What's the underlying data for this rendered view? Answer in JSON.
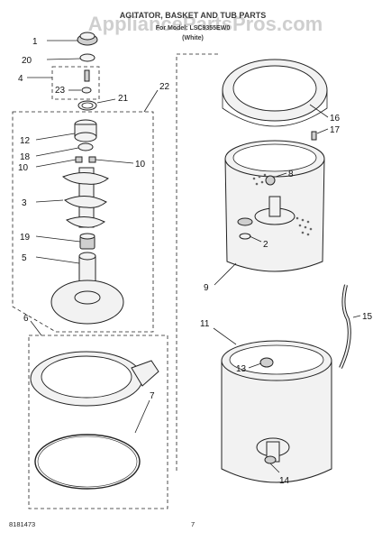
{
  "header": {
    "title": "AGITATOR, BASKET AND TUB PARTS",
    "subtitle": "For Model: LSC9355EW0",
    "color_note": "(White)",
    "watermark": "AppliancePartsPros.com"
  },
  "footer": {
    "doc_number": "8181473",
    "page_number": "7"
  },
  "callouts": {
    "c1": "1",
    "c2": "2",
    "c3": "3",
    "c4": "4",
    "c5": "5",
    "c6": "6",
    "c7": "7",
    "c8": "8",
    "c9": "9",
    "c10a": "10",
    "c10b": "10",
    "c11": "11",
    "c12": "12",
    "c13": "13",
    "c14": "14",
    "c15": "15",
    "c16": "16",
    "c17": "17",
    "c18": "18",
    "c19": "19",
    "c20": "20",
    "c21": "21",
    "c22": "22",
    "c23": "23"
  }
}
